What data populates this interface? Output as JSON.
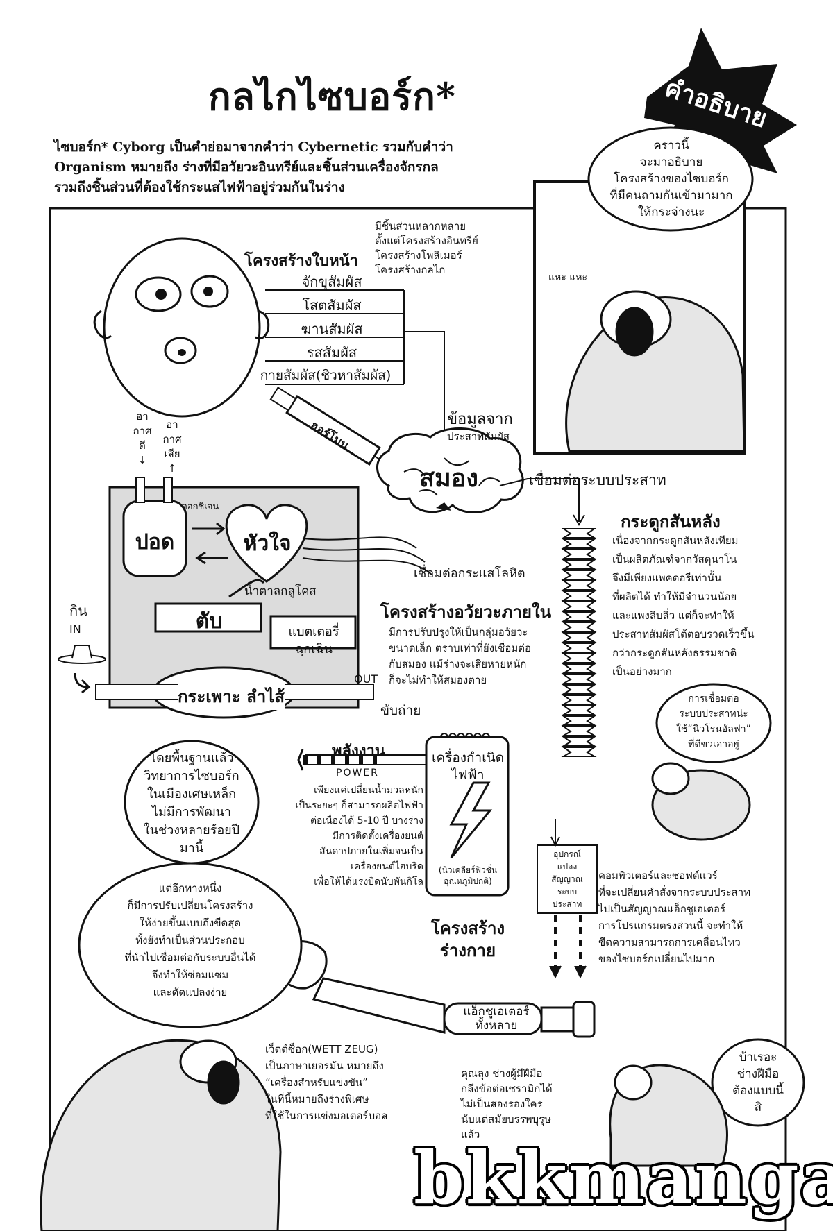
{
  "title": "กลไกไซบอร์ก*",
  "badge": "คำอธิบาย",
  "intro": [
    "ไซบอร์ก* Cyborg เป็นคำย่อมาจากคำว่า Cybernetic รวมกับคำว่า",
    "Organism หมายถึง ร่างที่มีอวัยวะอินทรีย์และชิ้นส่วนเครื่องจักรกล",
    "รวมถึงชิ้นส่วนที่ต้องใช้กระแสไฟฟ้าอยู่ร่วมกันในร่าง"
  ],
  "top_bubble": [
    "คราวนี้",
    "จะมาอธิบาย",
    "โครงสร้างของไซบอร์ก",
    "ที่มีคนถามกันเข้ามามาก",
    "ให้กระจ่างนะ"
  ],
  "sfx_hehe": "แหะ แหะ",
  "parts_note": [
    "มีชิ้นส่วนหลากหลาย",
    "ตั้งแต่โครงสร้างอินทรีย์",
    "โครงสร้างโพลิเมอร์",
    "โครงสร้างกลไก"
  ],
  "face_structure": "โครงสร้างใบหน้า",
  "senses": [
    "จักขุสัมผัส",
    "โสตสัมผัส",
    "ฆานสัมผัส",
    "รสสัมผัส",
    "กายสัมผัส(ชิวหาสัมผัส)"
  ],
  "air_good": [
    "อา",
    "กาศ",
    "ดี"
  ],
  "air_bad": [
    "อา",
    "กาศ",
    "เสีย"
  ],
  "hormone": "ฮอร์โมน",
  "sensory_data": [
    "ข้อมูลจาก",
    "ประสาทสัมผัส"
  ],
  "brain": "สมอง",
  "nerve_connect": "เชื่อมต่อระบบประสาท",
  "spine_title": "กระดูกสันหลัง",
  "spine_text": [
    "เนื่องจากกระดูกสันหลังเทียม",
    "เป็นผลิตภัณฑ์จากวัสดุนาโน",
    "จึงมีเพียงแพคดอรีเท่านั้น",
    "ที่ผลิตได้ ทำให้มีจำนวนน้อย",
    "และแพงลิบลิ่ว แต่ก็จะทำให้",
    "ประสาทสัมผัสโต้ตอบรวดเร็วขึ้น",
    "กว่ากระดูกสันหลังธรรมชาติ",
    "เป็นอย่างมาก"
  ],
  "oxygen": "ออกซิเจน",
  "lungs": "ปอด",
  "heart": "หัวใจ",
  "glucose": "น้ำตาลกลูโคส",
  "liver": "ตับ",
  "blood_connect": "เชื่อมต่อกระแสโลหิต",
  "battery": "แบตเตอรี่ฉุกเฉิน",
  "eat": "กิน",
  "in": "IN",
  "out": "OUT",
  "stomach": "กระเพาะ ลำไส้",
  "excrete": "ขับถ่าย",
  "internal_title": "โครงสร้างอวัยวะภายใน",
  "internal_text": [
    "มีการปรับปรุงให้เป็นกลุ่มอวัยวะ",
    "ขนาดเล็ก ตราบเท่าที่ยังเชื่อมต่อ",
    "กับสมอง แม้ร่างจะเสียหายหนัก",
    "ก็จะไม่ทำให้สมองตาย"
  ],
  "power_th": "พลังงาน",
  "power_en": "POWER",
  "generator": [
    "เครื่องกำเนิด",
    "ไฟฟ้า"
  ],
  "generator_sub": [
    "(นิวเคลียร์ฟิวชั่น",
    "อุณหภูมิปกติ)"
  ],
  "generator_text": [
    "เพียงแค่เปลี่ยนน้ำมวลหนัก",
    "เป็นระยะๆ ก็สามารถผลิตไฟฟ้า",
    "ต่อเนื่องได้ 5-10 ปี บางร่าง",
    "มีการติดตั้งเครื่องยนต์",
    "สันดาปภายในเพิ่มจนเป็น",
    "เครื่องยนต์ไฮบริด",
    "เพื่อให้ได้แรงบิดนับพันกิโล"
  ],
  "converter": [
    "อุปกรณ์",
    "แปลง",
    "สัญญาณ",
    "ระบบ",
    "ประสาท"
  ],
  "software_text": [
    "คอมพิวเตอร์และซอฟต์แวร์",
    "ที่จะเปลี่ยนคำสั่งจากระบบประสาท",
    "ไปเป็นสัญญาณแอ็กชูเอเตอร์",
    "การโปรแกรมตรงส่วนนี้ จะทำให้",
    "ขีดความสามารถการเคลื่อนไหว",
    "ของไซบอร์กเปลี่ยนไปมาก"
  ],
  "neuron_bubble": [
    "การเชื่อมต่อ",
    "ระบบประสาทน่ะ",
    "ใช้“นิวโรนอัลฟา”",
    "ที่ดีขวเอาอยู่"
  ],
  "body_structure": [
    "โครงสร้าง",
    "ร่างกาย"
  ],
  "left_bubble_1": [
    "โดยพื้นฐานแล้ว",
    "วิทยาการไซบอร์ก",
    "ในเมืองเศษเหล็ก",
    "ไม่มีการพัฒนา",
    "ในช่วงหลายร้อยปี",
    "มานี้"
  ],
  "left_bubble_2": [
    "แต่อีกทางหนึ่ง",
    "ก็มีการปรับเปลี่ยนโครงสร้าง",
    "ให้ง่ายขึ้นแบบถึงขีดสุด",
    "ทั้งยังทำเป็นส่วนประกอบ",
    "ที่นำไปเชื่อมต่อกับระบบอื่นได้",
    "จึงทำให้ซ่อมแซม",
    "และดัดแปลงง่าย"
  ],
  "actuators": [
    "แอ็กชูเอเตอร์",
    "ทั้งหลาย"
  ],
  "wettzeug_text": [
    "เว็ตต์ซ็อก(WETT ZEUG)",
    "เป็นภาษาเยอรมัน หมายถึง",
    "“เครื่องสำหรับแข่งขัน”",
    "ในที่นี้หมายถึงร่างพิเศษ",
    "ที่ใช้ในการแข่งมอเตอร์บอล"
  ],
  "uncle_text": [
    "คุณลุง ช่างผู้มีฝีมือ",
    "กลึงข้อต่อเซรามิกได้",
    "ไม่เป็นสองรองใคร",
    "นับแต่สมัยบรรพบุรุษ",
    "แล้ว"
  ],
  "crazy_bubble": [
    "บ้าเรอะ",
    "ช่างฝีมือ",
    "ต้องแบบนี้",
    "สิ"
  ],
  "watermark": "bkkmanga"
}
